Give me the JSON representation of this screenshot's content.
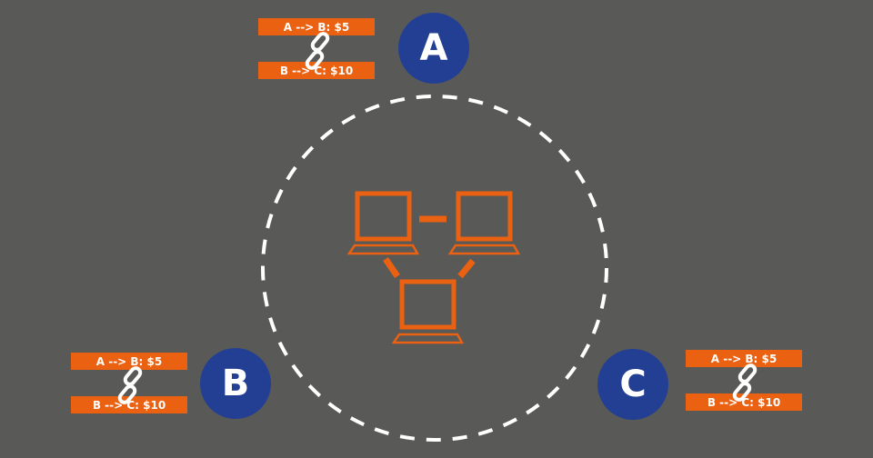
{
  "diagram": {
    "title": "",
    "colors": {
      "background": "#595958",
      "node_fill": "#233f93",
      "node_text": "#ffffff",
      "transaction_fill": "#ea6112",
      "network_icon": "#ea6112",
      "ring": "#ffffff"
    },
    "network": {
      "icon": "network-of-computers-icon",
      "ring_style": "dashed-circle",
      "computers": 3
    },
    "nodes": [
      {
        "label": "A",
        "ledger": {
          "transactions": [
            "A --> B: $5",
            "B --> C: $10"
          ],
          "link_icon": "chain-link-icon"
        }
      },
      {
        "label": "B",
        "ledger": {
          "transactions": [
            "A --> B: $5",
            "B --> C: $10"
          ],
          "link_icon": "chain-link-icon"
        }
      },
      {
        "label": "C",
        "ledger": {
          "transactions": [
            "A --> B: $5",
            "B --> C: $10"
          ],
          "link_icon": "chain-link-icon"
        }
      }
    ]
  }
}
